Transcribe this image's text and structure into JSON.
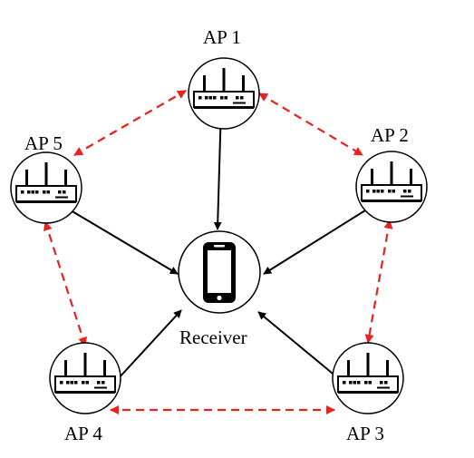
{
  "labels": {
    "ap1": "AP 1",
    "ap2": "AP 2",
    "ap3": "AP 3",
    "ap4": "AP 4",
    "ap5": "AP 5",
    "receiver": "Receiver"
  },
  "colors": {
    "link_to_receiver": "#000000",
    "ap_to_ap_link": "#e8231f"
  },
  "icons": {
    "access_point": "wireless-router-icon",
    "receiver": "smartphone-icon"
  },
  "links": [
    {
      "from": "ap1",
      "to": "receiver",
      "style": "solid"
    },
    {
      "from": "ap2",
      "to": "receiver",
      "style": "solid"
    },
    {
      "from": "ap3",
      "to": "receiver",
      "style": "solid"
    },
    {
      "from": "ap4",
      "to": "receiver",
      "style": "solid"
    },
    {
      "from": "ap5",
      "to": "receiver",
      "style": "solid"
    },
    {
      "from": "ap1",
      "to": "ap2",
      "style": "dashed-bidirectional"
    },
    {
      "from": "ap2",
      "to": "ap3",
      "style": "dashed-bidirectional"
    },
    {
      "from": "ap3",
      "to": "ap4",
      "style": "dashed-bidirectional"
    },
    {
      "from": "ap4",
      "to": "ap5",
      "style": "dashed-bidirectional"
    },
    {
      "from": "ap5",
      "to": "ap1",
      "style": "dashed-bidirectional"
    }
  ]
}
